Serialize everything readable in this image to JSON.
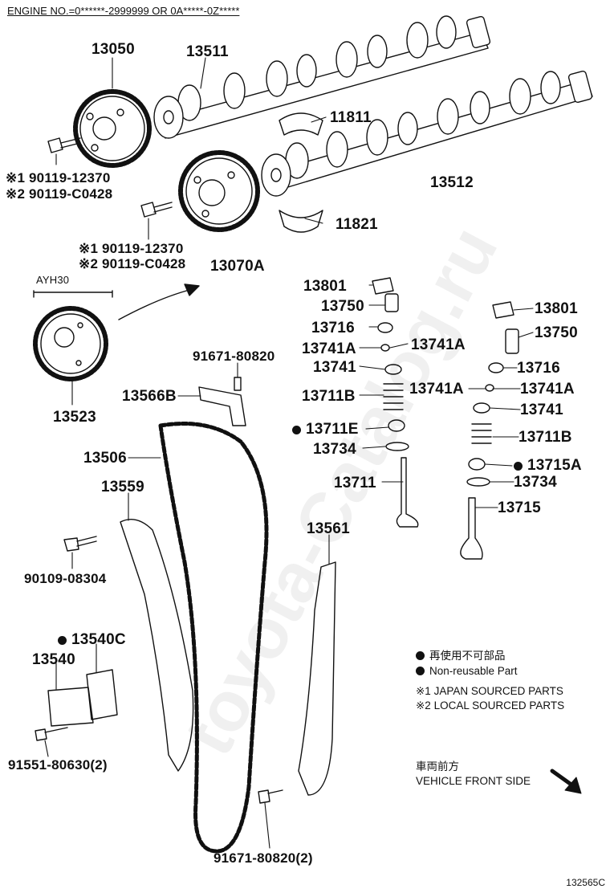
{
  "header": {
    "engine_no": "ENGINE NO.=0******-2999999 OR 0A*****-0Z*****"
  },
  "figure_id": "132565C",
  "watermark": "toyota-Catalog.ru",
  "legend": {
    "non_reusable_jp": "再使用不可部品",
    "non_reusable_en": "Non-reusable Part",
    "note1": "※1 JAPAN SOURCED PARTS",
    "note2": "※2 LOCAL SOURCED PARTS",
    "front_jp": "車両前方",
    "front_en": "VEHICLE FRONT SIDE"
  },
  "parts": {
    "p13050": "13050",
    "p13511": "13511",
    "p11811": "11811",
    "p13512": "13512",
    "p11821": "11821",
    "bolt1_a": "※1 90119-12370",
    "bolt1_b": "※2 90119-C0428",
    "bolt2_a": "※1 90119-12370",
    "bolt2_b": "※2 90119-C0428",
    "p13070A": "13070A",
    "ayh30": "AYH30",
    "p13523": "13523",
    "b91671": "91671-80820",
    "p13566B": "13566B",
    "p13506": "13506",
    "p13559": "13559",
    "b90109": "90109-08304",
    "p13540C": "13540C",
    "p13540": "13540",
    "b91551": "91551-80630(2)",
    "b91671_2": "91671-80820(2)",
    "p13561": "13561",
    "l13801": "13801",
    "l13750": "13750",
    "l13716": "13716",
    "l13741A_a": "13741A",
    "l13741A_b": "13741A",
    "l13741": "13741",
    "l13711B": "13711B",
    "l13711E": "13711E",
    "l13734": "13734",
    "l13711": "13711",
    "r13801": "13801",
    "r13750": "13750",
    "r13716": "13716",
    "r13741A_a": "13741A",
    "r13741A_b": "13741A",
    "r13741": "13741",
    "r13711B": "13711B",
    "r13715A": "13715A",
    "r13734": "13734",
    "r13715": "13715"
  }
}
